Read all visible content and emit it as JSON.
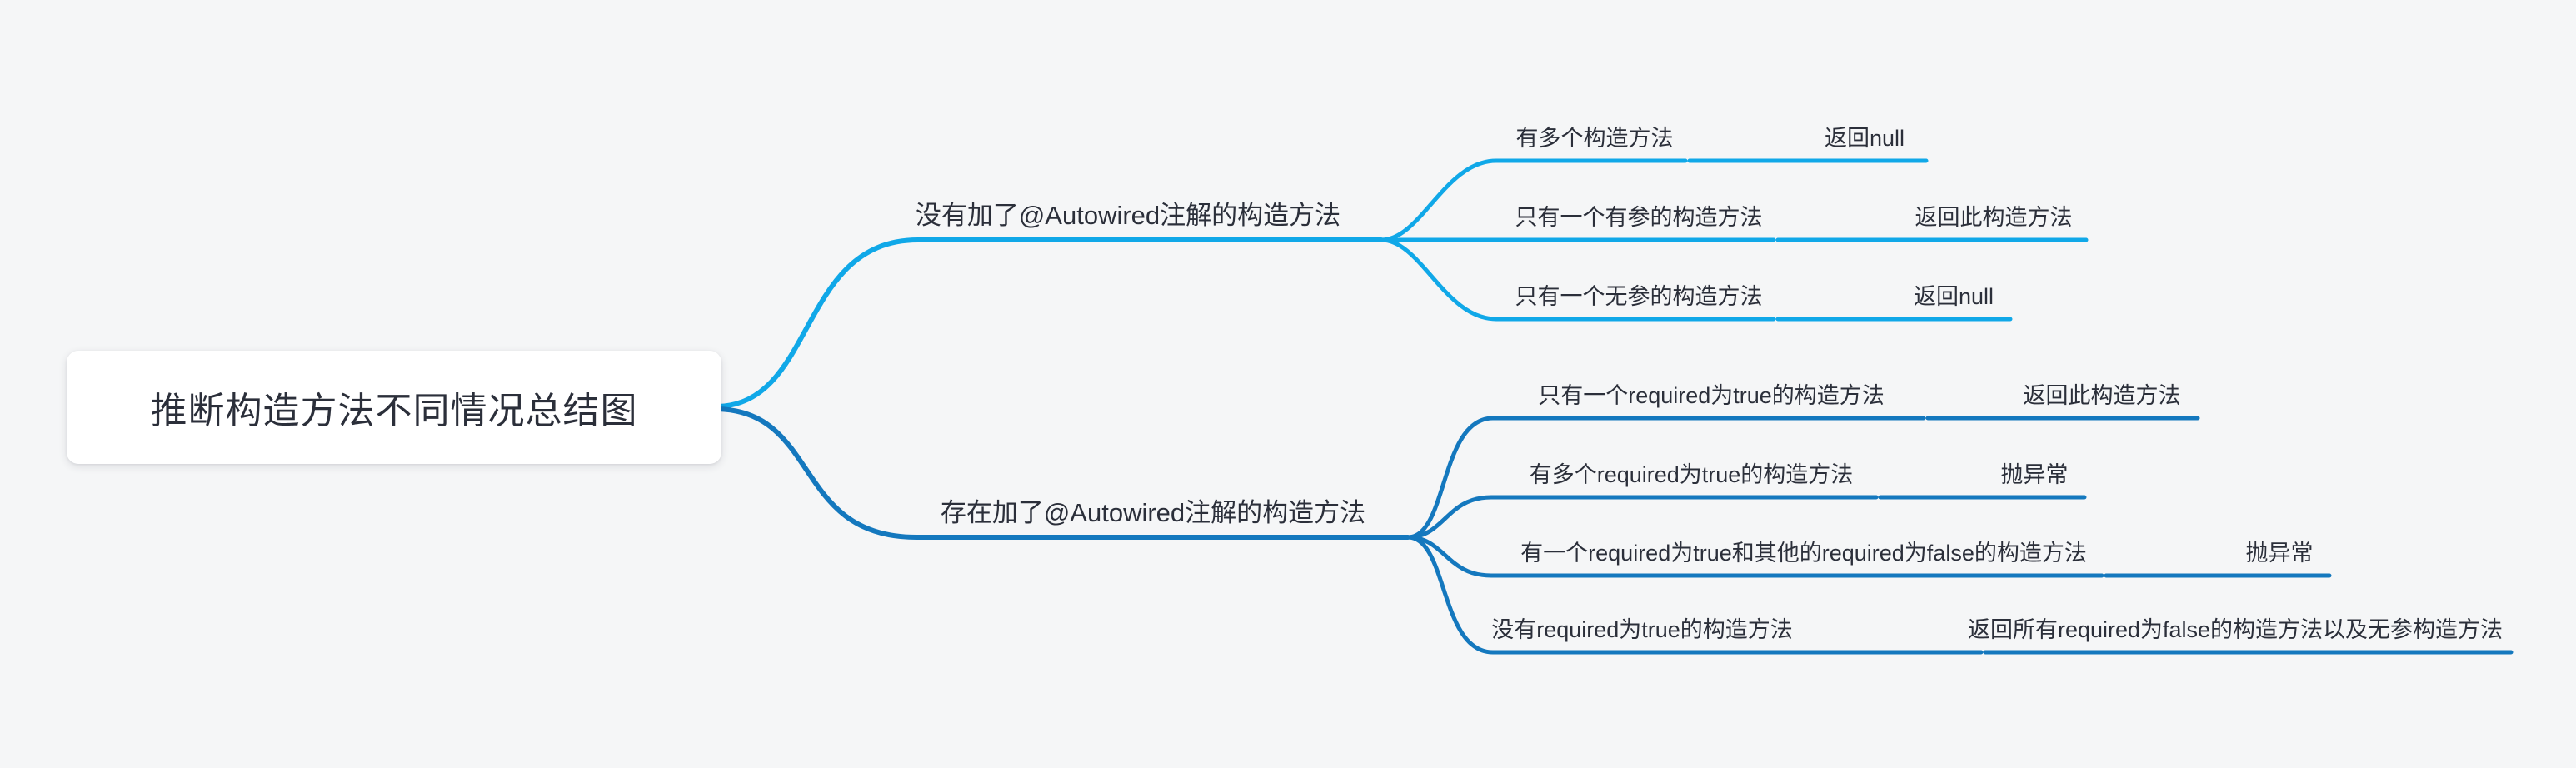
{
  "canvas": {
    "background": "#F5F6F7"
  },
  "root": {
    "label": "推断构造方法不同情况总结图"
  },
  "branches": [
    {
      "label": "没有加了@Autowired注解的构造方法",
      "color": "#10A8E8",
      "children": [
        {
          "condition": "有多个构造方法",
          "result": "返回null"
        },
        {
          "condition": "只有一个有参的构造方法",
          "result": "返回此构造方法"
        },
        {
          "condition": "只有一个无参的构造方法",
          "result": "返回null"
        }
      ]
    },
    {
      "label": "存在加了@Autowired注解的构造方法",
      "color": "#1478BE",
      "children": [
        {
          "condition": "只有一个required为true的构造方法",
          "result": "返回此构造方法"
        },
        {
          "condition": "有多个required为true的构造方法",
          "result": "抛异常"
        },
        {
          "condition": "有一个required为true和其他的required为false的构造方法",
          "result": "抛异常"
        },
        {
          "condition": "没有required为true的构造方法",
          "result": "返回所有required为false的构造方法以及无参构造方法"
        }
      ]
    }
  ]
}
